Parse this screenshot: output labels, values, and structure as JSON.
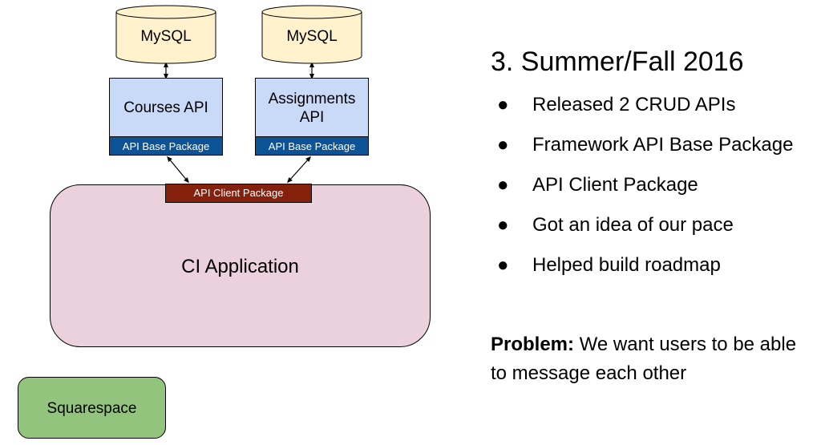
{
  "diagram": {
    "databases": [
      {
        "label": "MySQL"
      },
      {
        "label": "MySQL"
      }
    ],
    "apis": [
      {
        "title_lines": [
          "Courses API"
        ],
        "base_package": "API Base Package"
      },
      {
        "title_lines": [
          "Assignments",
          "API"
        ],
        "base_package": "API Base Package"
      }
    ],
    "client_package": "API Client Package",
    "ci_application": "CI Application",
    "squarespace": "Squarespace",
    "colors": {
      "database_fill": "#fff2cc",
      "api_fill": "#c9daf8",
      "base_package_fill": "#0b5394",
      "client_package_fill": "#85200c",
      "ci_application_fill": "#ead1dc",
      "squarespace_fill": "#93c47d"
    }
  },
  "slide": {
    "heading": "3. Summer/Fall 2016",
    "bullets": [
      "Released 2 CRUD APIs",
      "Framework API Base Package",
      "API Client Package",
      "Got an idea of our pace",
      "Helped build roadmap"
    ],
    "bullet_symbol": "●",
    "problem": {
      "label": "Problem:",
      "text": " We want users to be able to message each other"
    }
  }
}
